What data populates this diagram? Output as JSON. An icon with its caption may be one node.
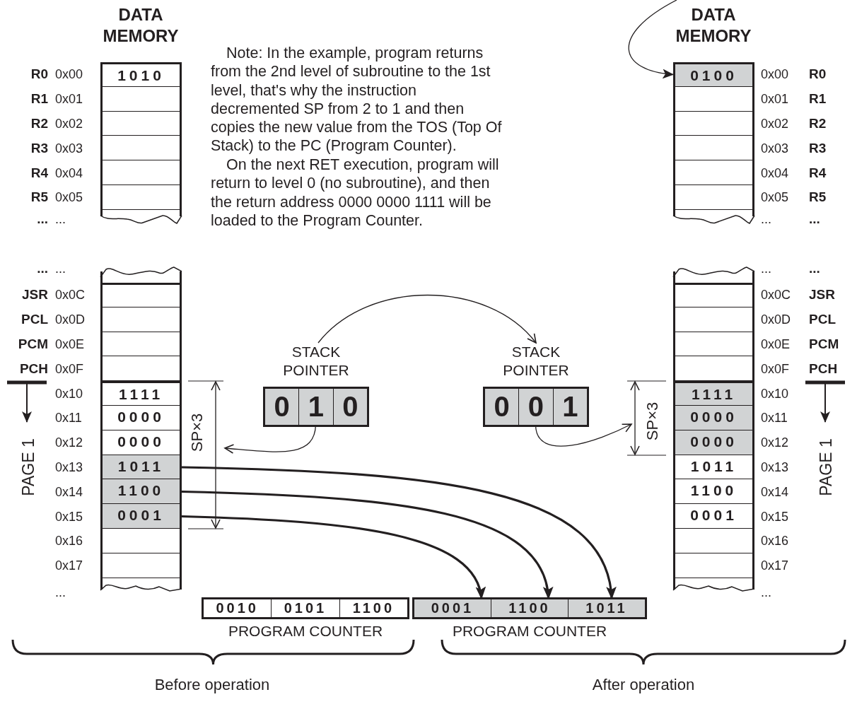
{
  "diagram": {
    "nodes": [
      {
        "text": [
          "1010"
        ]
      },
      {
        "text": [],
        "shape": "box"
      },
      {
        "text": [],
        "shape": "box"
      },
      {
        "text": [],
        "shape": "box"
      },
      {
        "text": [],
        "shape": "box"
      },
      {
        "text": [],
        "shape": "box"
      },
      {
        "text": [],
        "shape": "box"
      },
      {
        "text": [],
        "shape": "box"
      },
      {
        "text": [],
        "shape": "box"
      },
      {
        "text": [],
        "shape": "box"
      },
      {
        "text": [
          "1111"
        ]
      },
      {
        "text": [
          "0000"
        ]
      },
      {
        "text": [
          "0000"
        ]
      },
      {
        "text": [
          "1011"
        ]
      },
      {
        "text": [
          "1100"
        ]
      },
      {
        "text": [
          "0001"
        ]
      },
      {
        "text": [],
        "shape": "box"
      },
      {
        "text": [],
        "shape": "box"
      },
      {
        "text": [
          "STACK POINTER"
        ]
      },
      {
        "text": [
          "0"
        ],
        "in": 18
      },
      {
        "text": [
          "1"
        ],
        "in": 18
      },
      {
        "text": [
          "0"
        ],
        "in": 18
      },
      {
        "text": [
          "STACK POINTER"
        ]
      },
      {
        "text": [
          "0"
        ],
        "in": 22
      },
      {
        "text": [
          "0"
        ],
        "in": 22
      },
      {
        "text": [
          "1"
        ],
        "in": 22
      },
      {
        "text": [
          "0100"
        ]
      },
      {
        "text": [],
        "shape": "box"
      },
      {
        "text": [],
        "shape": "box"
      },
      {
        "text": [],
        "shape": "box"
      },
      {
        "text": [],
        "shape": "box"
      },
      {
        "text": [],
        "shape": "box"
      },
      {
        "text": [],
        "shape": "box"
      },
      {
        "text": [],
        "shape": "box"
      },
      {
        "text": [],
        "shape": "box"
      },
      {
        "text": [],
        "shape": "box"
      },
      {
        "text": [
          "1111"
        ]
      },
      {
        "text": [
          "0000"
        ]
      },
      {
        "text": [
          "0000"
        ]
      },
      {
        "text": [
          "1011"
        ]
      },
      {
        "text": [
          "1100"
        ]
      },
      {
        "text": [
          "0001"
        ]
      },
      {
        "text": [],
        "shape": "box"
      },
      {
        "text": [],
        "shape": "box"
      },
      {
        "text": [
          "PROGRAM COUNTER"
        ]
      },
      {
        "text": [
          "0010"
        ],
        "in": 44
      },
      {
        "text": [
          "0101"
        ],
        "in": 44
      },
      {
        "text": [
          "1100"
        ],
        "in": 44
      },
      {
        "text": [
          "PROGRAM COUNTER"
        ]
      },
      {
        "text": [
          "0001"
        ],
        "in": 48
      },
      {
        "text": [
          "1100"
        ],
        "in": 48
      },
      {
        "text": [
          "1011"
        ],
        "in": 48
      }
    ],
    "edges": [
      {
        "from": 18,
        "to": 22,
        "arrow": "to"
      },
      {
        "from": 20,
        "to": null,
        "arrow": "to"
      },
      {
        "from": 24,
        "to": null,
        "arrow": "to"
      },
      {
        "from": 13,
        "to": 51,
        "arrow": "to",
        "style": "thick"
      },
      {
        "from": 14,
        "to": 50,
        "arrow": "to",
        "style": "thick"
      },
      {
        "from": 15,
        "to": 49,
        "arrow": "to",
        "style": "thick"
      },
      {
        "from": null,
        "to": 26,
        "arrow": "to"
      }
    ],
    "labels": [
      "DATA MEMORY",
      "R0",
      "0x00",
      "R1",
      "0x01",
      "R2",
      "0x02",
      "R3",
      "0x03",
      "R4",
      "0x04",
      "R5",
      "0x05",
      "...",
      "...",
      "...",
      "...",
      "JSR",
      "0x0C",
      "PCL",
      "0x0D",
      "PCM",
      "0x0E",
      "PCH",
      "0x0F",
      "0x10",
      "0x11",
      "0x12",
      "0x13",
      "0x14",
      "0x15",
      "0x16",
      "0x17",
      "...",
      "PAGE 1",
      "SP×3",
      "Note: In the example, program returns from the 2nd level of subroutine to the 1st level, that's why the instruction decremented SP from 2 to 1 and then copies the new value from the TOS (Top Of Stack) to the PC (Program Counter).",
      "On the next RET execution, program will return to level 0 (no subroutine), and then the return address 0000 0000 1111 will be loaded to the Program Counter.",
      "DATA MEMORY",
      "0x00",
      "R0",
      "0x01",
      "R1",
      "0x02",
      "R2",
      "0x03",
      "R3",
      "0x04",
      "R4",
      "0x05",
      "R5",
      "...",
      "...",
      "...",
      "...",
      "0x0C",
      "JSR",
      "0x0D",
      "PCL",
      "0x0E",
      "PCM",
      "0x0F",
      "PCH",
      "0x10",
      "0x11",
      "0x12",
      "0x13",
      "0x14",
      "0x15",
      "0x16",
      "0x17",
      "...",
      "PAGE 1",
      "SP×3",
      "Before operation",
      "After operation"
    ]
  }
}
